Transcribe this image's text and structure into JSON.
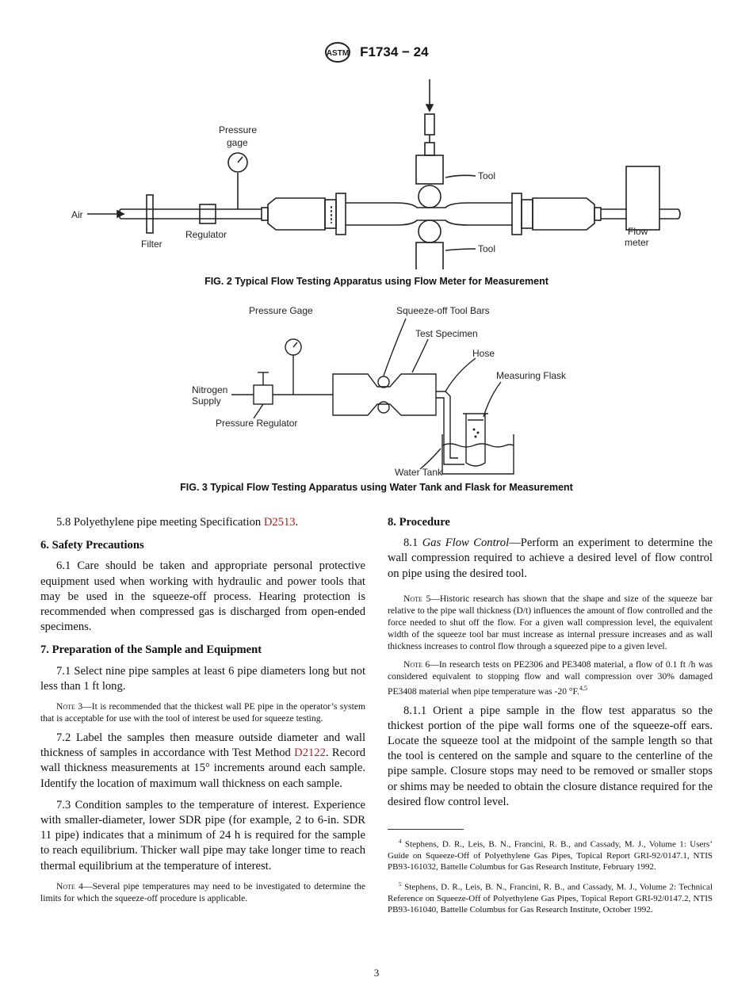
{
  "header": {
    "designation": "F1734 − 24",
    "logo_icon": "astm-logo-icon"
  },
  "fig2": {
    "labels": {
      "air": "Air",
      "filter": "Filter",
      "regulator": "Regulator",
      "pressure_gage_1": "Pressure",
      "pressure_gage_2": "gage",
      "tool_top": "Tool",
      "tool_bottom": "Tool",
      "flow_meter_1": "Flow",
      "flow_meter_2": "meter"
    },
    "caption": "FIG. 2 Typical Flow Testing Apparatus using Flow Meter for Measurement"
  },
  "fig3": {
    "labels": {
      "pressure_gage": "Pressure Gage",
      "squeeze_bars": "Squeeze-off Tool Bars",
      "test_specimen": "Test Specimen",
      "hose": "Hose",
      "measuring_flask": "Measuring Flask",
      "nitrogen_1": "Nitrogen",
      "nitrogen_2": "Supply",
      "pressure_regulator": "Pressure Regulator",
      "water_tank": "Water Tank"
    },
    "caption": "FIG. 3 Typical Flow Testing Apparatus using Water Tank and Flask for Measurement"
  },
  "left": {
    "p58_text": "5.8 Polyethylene pipe meeting Specification ",
    "p58_link": "D2513",
    "p58_end": ".",
    "h6": "6. Safety Precautions",
    "p61": "6.1 Care should be taken and appropriate personal protective equipment used when working with hydraulic and power tools that may be used in the squeeze-off process. Hearing protection is recommended when compressed gas is discharged from open-ended specimens.",
    "h7": "7. Preparation of the Sample and Equipment",
    "p71": "7.1 Select nine pipe samples at least 6 pipe diameters long but not less than 1 ft long.",
    "note3_label": "Note",
    "note3": " 3—It is recommended that the thickest wall PE pipe in the operator’s system that is acceptable for use with the tool of interest be used for squeeze testing.",
    "p72_a": "7.2 Label the samples then measure outside diameter and wall thickness of samples in accordance with Test Method ",
    "p72_link": "D2122",
    "p72_b": ". Record wall thickness measurements at 15° increments around each sample. Identify the location of maximum wall thickness on each sample.",
    "p73": "7.3 Condition samples to the temperature of interest. Experience with smaller-diameter, lower SDR pipe (for example, 2 to 6-in. SDR 11 pipe) indicates that a minimum of 24 h is required for the sample to reach equilibrium. Thicker wall pipe may take longer time to reach thermal equilibrium at the temperature of interest.",
    "note4_label": "Note",
    "note4": " 4—Several pipe temperatures may need to be investigated to determine the limits for which the squeeze-off procedure is applicable."
  },
  "right": {
    "h8": "8. Procedure",
    "p81_num": "8.1 ",
    "p81_title": "Gas Flow Control",
    "p81": "—Perform an experiment to determine the wall compression required to achieve a desired level of flow control on pipe using the desired tool.",
    "note5_label": "Note",
    "note5": " 5—Historic research has shown that the shape and size of the squeeze bar relative to the pipe wall thickness (D/t) influences the amount of flow controlled and the force needed to shut off the flow. For a given wall compression level, the equivalent width of the squeeze tool bar must increase as internal pressure increases and as wall thickness increases to control flow through a squeezed pipe to a given level.",
    "note6_label": "Note",
    "note6": " 6—In research tests on PE2306 and PE3408 material, a flow of 0.1 ft /h was considered equivalent to stopping flow and wall compression over 30% damaged PE3408 material when pipe temperature was -20 °F.",
    "note6_sup": "4,5",
    "p811": "8.1.1 Orient a pipe sample in the flow test apparatus so the thickest portion of the pipe wall forms one of the squeeze-off ears. Locate the squeeze tool at the midpoint of the sample length so that the tool is centered on the sample and square to the centerline of the pipe sample. Closure stops may need to be removed or smaller stops or shims may be needed to obtain the closure distance required for the desired flow control level.",
    "fn4_num": "4",
    "fn4": " Stephens, D. R., Leis, B. N., Francini, R. B., and Cassady, M. J., Volume 1: Users’ Guide on Squeeze-Off of Polyethylene Gas Pipes, Topical Report GRI-92/0147.1, NTIS PB93-161032, Battelle Columbus for Gas Research Institute, February 1992.",
    "fn5_num": "5",
    "fn5": " Stephens, D. R., Leis, B. N., Francini, R. B., and Cassady, M. J., Volume 2: Technical Reference on Squeeze-Off of Polyethylene Gas Pipes, Topical Report GRI-92/0147.2, NTIS PB93-161040, Battelle Columbus for Gas Research Institute, October 1992."
  },
  "page_number": "3"
}
